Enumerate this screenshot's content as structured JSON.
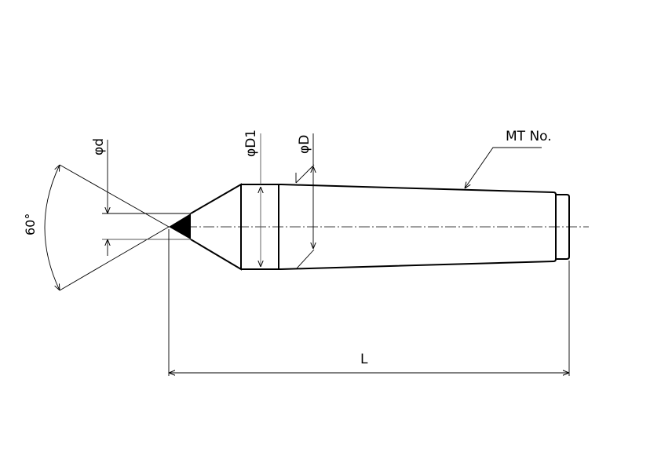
{
  "title": "Dead center with carbide tip – dimension drawing",
  "labels": {
    "angle": "60°",
    "tip_diameter": "φd",
    "collar_diameter": "φD1",
    "body_diameter": "φD",
    "taper": "MT No.",
    "length": "L"
  },
  "colors": {
    "line": "#000000",
    "dim": "#333333",
    "background": "#ffffff"
  }
}
